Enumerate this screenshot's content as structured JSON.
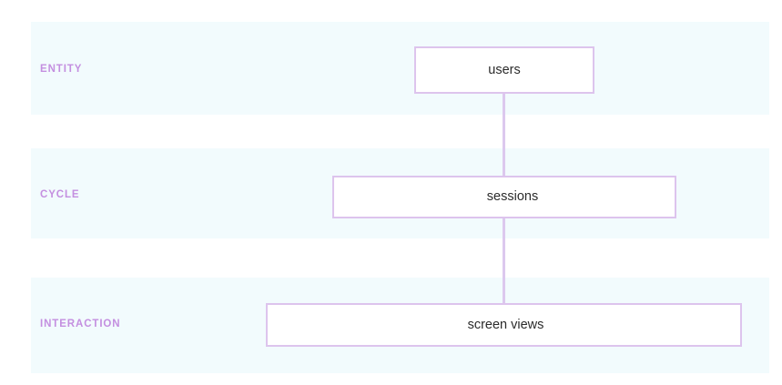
{
  "diagram": {
    "type": "hierarchy",
    "background_color": "#ffffff",
    "band_color": "#f2fbfd",
    "label_color": "#c48fe0",
    "box_border_color": "#ddc4ed",
    "box_fill_color": "#ffffff",
    "box_text_color": "#2b2b2b",
    "connector_color": "#dcc8ee",
    "tiers": [
      {
        "label": "ENTITY",
        "node": "users"
      },
      {
        "label": "CYCLE",
        "node": "sessions"
      },
      {
        "label": "INTERACTION",
        "node": "screen views"
      }
    ],
    "nodes": [
      {
        "id": "users",
        "label": "users"
      },
      {
        "id": "sessions",
        "label": "sessions"
      },
      {
        "id": "screen_views",
        "label": "screen views"
      }
    ],
    "connectors": [
      {
        "from": "users",
        "to": "sessions"
      },
      {
        "from": "sessions",
        "to": "screen_views"
      }
    ]
  }
}
